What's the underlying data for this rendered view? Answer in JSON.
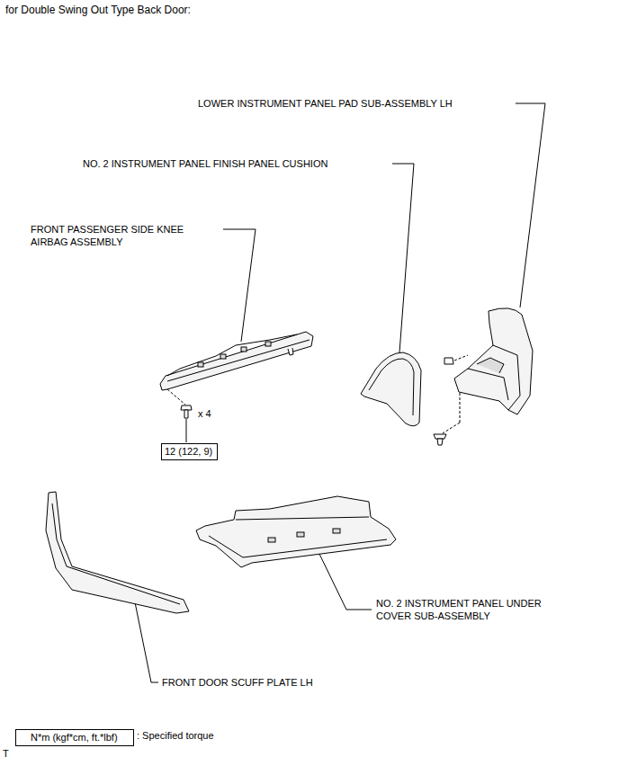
{
  "diagram": {
    "title": "for Double Swing Out Type Back Door:",
    "nodes": [
      {
        "text": [
          "12 (122, 9)"
        ]
      },
      {
        "text": [
          "N*m (kgf*cm, ft.*lbf)"
        ]
      }
    ],
    "labels": [
      "LOWER INSTRUMENT PANEL PAD SUB-ASSEMBLY LH",
      "NO. 2 INSTRUMENT PANEL FINISH PANEL CUSHION",
      "FRONT PASSENGER SIDE KNEE AIRBAG ASSEMBLY",
      "x 4",
      "NO. 2 INSTRUMENT PANEL UNDER COVER SUB-ASSEMBLY",
      "FRONT DOOR SCUFF PLATE LH",
      ": Specified torque",
      "T"
    ]
  }
}
